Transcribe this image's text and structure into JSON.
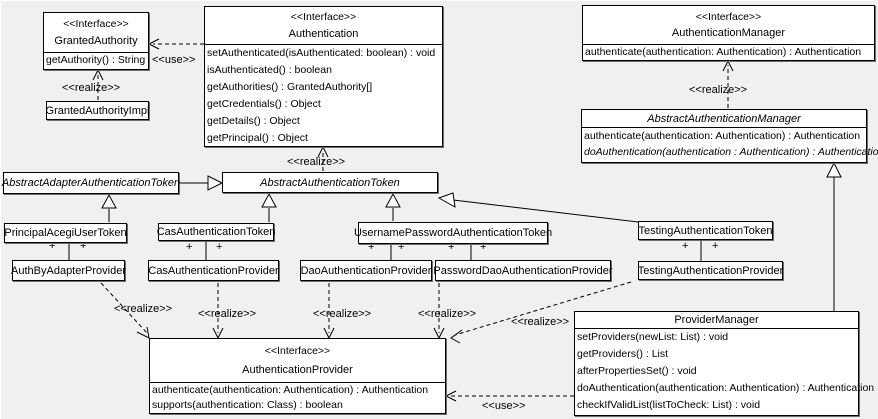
{
  "diagram": {
    "stereotype_interface": "<<Interface>>",
    "label_realize": "<<realize>>",
    "label_use": "<<use>>",
    "plus": "+"
  },
  "colors": {
    "background": "#f0f0f0",
    "box_fill": "#ffffff",
    "line": "#000000"
  },
  "classes": {
    "granted_authority": {
      "stereotype": "<<Interface>>",
      "name": "GrantedAuthority",
      "methods": [
        "getAuthority() : String"
      ]
    },
    "granted_authority_impl": {
      "name": "GrantedAuthorityImpl"
    },
    "authentication": {
      "stereotype": "<<Interface>>",
      "name": "Authentication",
      "methods": [
        "setAuthenticated(isAuthenticated: boolean) : void",
        "isAuthenticated() : boolean",
        "getAuthorities() : GrantedAuthority[]",
        "getCredentials() : Object",
        "getDetails() : Object",
        "getPrincipal() : Object"
      ]
    },
    "authentication_manager": {
      "stereotype": "<<Interface>>",
      "name": "AuthenticationManager",
      "methods": [
        "authenticate(authentication: Authentication) : Authentication"
      ]
    },
    "abstract_authentication_manager": {
      "name": "AbstractAuthenticationManager",
      "methods": [
        "authenticate(authentication: Authentication) : Authentication",
        "doAuthentication(authentication : Authentication) : Authentication"
      ]
    },
    "abstract_adapter_authentication_token": {
      "name": "AbstractAdapterAuthenticationToken"
    },
    "abstract_authentication_token": {
      "name": "AbstractAuthenticationToken"
    },
    "principal_acegi_user_token": {
      "name": "PrincipalAcegiUserToken"
    },
    "cas_authentication_token": {
      "name": "CasAuthenticationToken"
    },
    "username_password_authentication_token": {
      "name": "UsernamePasswordAuthenticationToken"
    },
    "testing_authentication_token": {
      "name": "TestingAuthenticationToken"
    },
    "auth_by_adapter_provider": {
      "name": "AuthByAdapterProvider"
    },
    "cas_authentication_provider": {
      "name": "CasAuthenticationProvider"
    },
    "dao_authentication_provider": {
      "name": "DaoAuthenticationProvider"
    },
    "password_dao_authentication_provider": {
      "name": "PasswordDaoAuthenticationProvider"
    },
    "testing_authentication_provider": {
      "name": "TestingAuthenticationProvider"
    },
    "authentication_provider": {
      "stereotype": "<<Interface>>",
      "name": "AuthenticationProvider",
      "methods": [
        "authenticate(authentication: Authentication) : Authentication",
        "supports(authentication: Class) : boolean"
      ]
    },
    "provider_manager": {
      "name": "ProviderManager",
      "methods": [
        "setProviders(newList: List) : void",
        "getProviders() : List",
        "afterPropertiesSet() : void",
        "doAuthentication(authentication: Authentication) : Authentication",
        "checkIfValidList(listToCheck: List) : void"
      ]
    }
  }
}
